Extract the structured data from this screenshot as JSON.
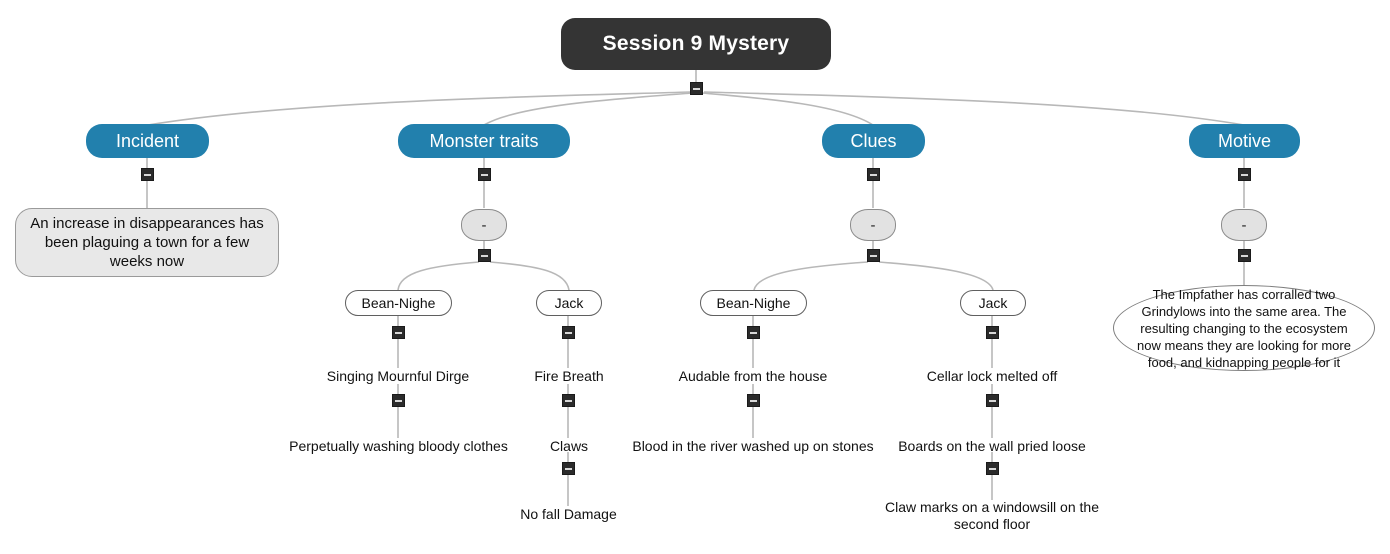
{
  "diagram": {
    "type": "mindmap",
    "title": "Session 9 Mystery",
    "colors": {
      "root_fill": "#343434",
      "branch_fill": "#2280ad",
      "note_fill": "#e8e8e8",
      "ellipse_fill": "#ffffff",
      "dash_fill": "#e2e2e2",
      "edge_stroke": "#b8b8b8",
      "toggle_fill": "#2b2b2b",
      "text_light": "#ffffff",
      "text_dark": "#111111"
    }
  },
  "root": {
    "label": "Session 9 Mystery"
  },
  "branches": {
    "incident": {
      "label": "Incident",
      "note": "An increase in disappearances has been plaguing a town for a few weeks now"
    },
    "monster_traits": {
      "label": "Monster traits",
      "collapse_label": "-",
      "children": [
        {
          "label": "Bean-Nighe",
          "traits": [
            "Singing Mournful Dirge",
            "Perpetually washing bloody clothes"
          ]
        },
        {
          "label": "Jack",
          "traits": [
            "Fire Breath",
            "Claws",
            "No fall Damage"
          ]
        }
      ]
    },
    "clues": {
      "label": "Clues",
      "collapse_label": "-",
      "children": [
        {
          "label": "Bean-Nighe",
          "traits": [
            "Audable from the house",
            "Blood in the river washed up on stones"
          ]
        },
        {
          "label": "Jack",
          "traits": [
            "Cellar lock melted off",
            "Boards on the wall pried loose",
            "Claw marks on a windowsill on the second floor"
          ]
        }
      ]
    },
    "motive": {
      "label": "Motive",
      "collapse_label": "-",
      "note": "The Impfather has corralled two Grindylows into the same area. The resulting changing to the ecosystem now means they are looking for more food, and kidnapping people for it"
    }
  },
  "toggles": {
    "glyph": "minus-icon",
    "state": "expanded"
  }
}
